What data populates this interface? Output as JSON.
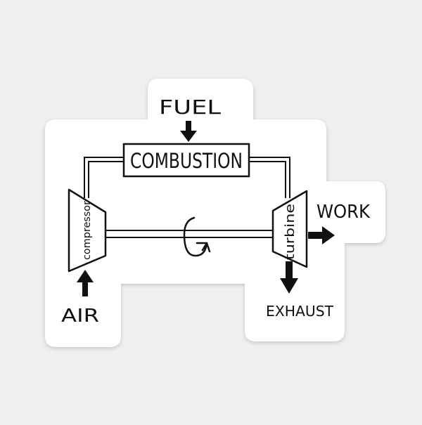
{
  "colors": {
    "background": "#efefef",
    "sticker": "#ffffff",
    "ink": "#111111"
  },
  "labels": {
    "fuel": "FUEL",
    "combustion": "COMBUSTION",
    "compressor": "compressor",
    "turbine": "turbine",
    "work": "WORK",
    "air": "AIR",
    "exhaust": "EXHAUST"
  },
  "icons": {
    "shaft_rotation": "rotation-arrow-icon",
    "arrows": "arrow-icon"
  }
}
